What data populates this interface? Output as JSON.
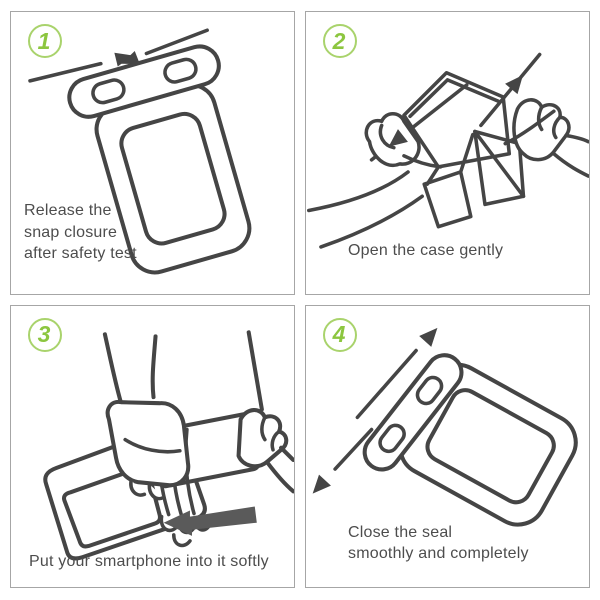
{
  "title": "Waterproof phone case usage instructions",
  "colors": {
    "accent_green": "#8cc63f",
    "badge_ring_green": "#a9d36c",
    "line_art": "#454545",
    "caption_text": "#4d4d4d",
    "panel_border": "#a6a6a6",
    "gray_fill_light": "#ededed",
    "gray_fill_dark": "#7f7f7f"
  },
  "panels": [
    {
      "number": "1",
      "caption": "Release the\nsnap closure\nafter safety test",
      "illustration": "waterproof-case-snap-closure-with-arrows"
    },
    {
      "number": "2",
      "caption": "Open the case gently",
      "illustration": "two-hands-opening-case-with-arrows"
    },
    {
      "number": "3",
      "caption": "Put your smartphone into it softly",
      "illustration": "hands-inserting-smartphone-into-case"
    },
    {
      "number": "4",
      "caption": "Close the seal\nsmoothly and completely",
      "illustration": "case-seal-bar-closing-with-arrows"
    }
  ]
}
